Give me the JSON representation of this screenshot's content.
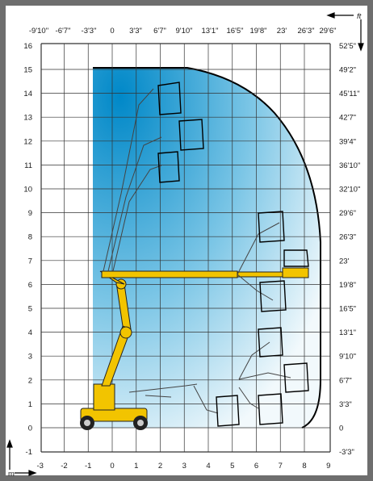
{
  "units": {
    "right": "ft",
    "left": "m"
  },
  "top_ft_labels": [
    "-9'10\"",
    "-6'7\"",
    "-3'3\"",
    "0",
    "3'3\"",
    "6'7\"",
    "9'10\"",
    "13'1\"",
    "16'5\"",
    "19'8\"",
    "23'",
    "26'3\"",
    "29'6\""
  ],
  "right_ft_labels": [
    "52'5\"",
    "49'2\"",
    "45'11\"",
    "42'7\"",
    "39'4\"",
    "36'10\"",
    "32'10\"",
    "29'6\"",
    "26'3\"",
    "23'",
    "19'8\"",
    "16'5\"",
    "13'1\"",
    "9'10\"",
    "6'7\"",
    "3'3\"",
    "0",
    "-3'3\""
  ],
  "left_m_labels": [
    "16",
    "15",
    "14",
    "13",
    "12",
    "11",
    "10",
    "9",
    "8",
    "7",
    "6",
    "5",
    "4",
    "3",
    "2",
    "1",
    "0",
    "-1"
  ],
  "bottom_m_labels": [
    "-3",
    "-2",
    "-1",
    "0",
    "1",
    "2",
    "3",
    "4",
    "5",
    "6",
    "7",
    "8",
    "9"
  ],
  "colors": {
    "envelope_dark": "#0088c8",
    "envelope_light": "#eaf6fb",
    "machine": "#f2c400",
    "frame": "#6e6e6e",
    "grid": "#333333"
  }
}
